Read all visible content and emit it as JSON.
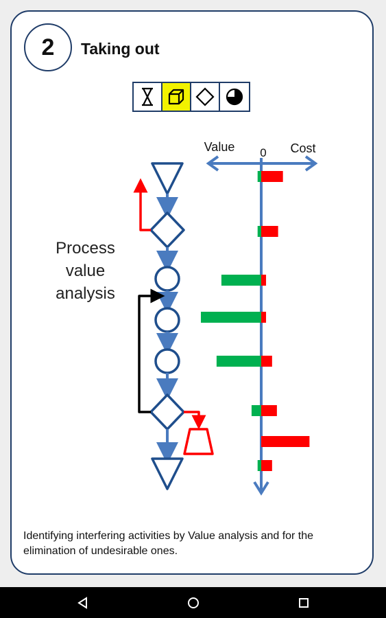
{
  "header": {
    "step_number": "2",
    "title": "Taking out"
  },
  "toolbar": {
    "tools": [
      {
        "icon": "hourglass-icon",
        "selected": false
      },
      {
        "icon": "cube-icon",
        "selected": true
      },
      {
        "icon": "diamond-icon",
        "selected": false
      },
      {
        "icon": "pie-icon",
        "selected": false
      }
    ],
    "selected_color": "#f2f200"
  },
  "diagram": {
    "axis": {
      "left_label": "Value",
      "zero_label": "0",
      "right_label": "Cost"
    },
    "side_label": "Process value analysis",
    "bars": [
      {
        "value": 0.06,
        "cost": 0.36
      },
      {
        "value": 0.06,
        "cost": 0.28
      },
      {
        "value": 0.66,
        "cost": 0.08
      },
      {
        "value": 1.0,
        "cost": 0.08
      },
      {
        "value": 0.74,
        "cost": 0.18
      },
      {
        "value": 0.16,
        "cost": 0.26
      },
      {
        "value": 0.0,
        "cost": 0.8
      },
      {
        "value": 0.06,
        "cost": 0.18
      }
    ],
    "colors": {
      "flow": "#4a7bbf",
      "node": "#1f4e8c",
      "value": "#00b050",
      "cost": "#ff0000",
      "loop": "#000000"
    }
  },
  "caption": "Identifying interfering activities by Value analysis and for the elimination of undesirable ones.",
  "navbar": {
    "buttons": [
      "back-icon",
      "home-icon",
      "recents-icon"
    ]
  }
}
